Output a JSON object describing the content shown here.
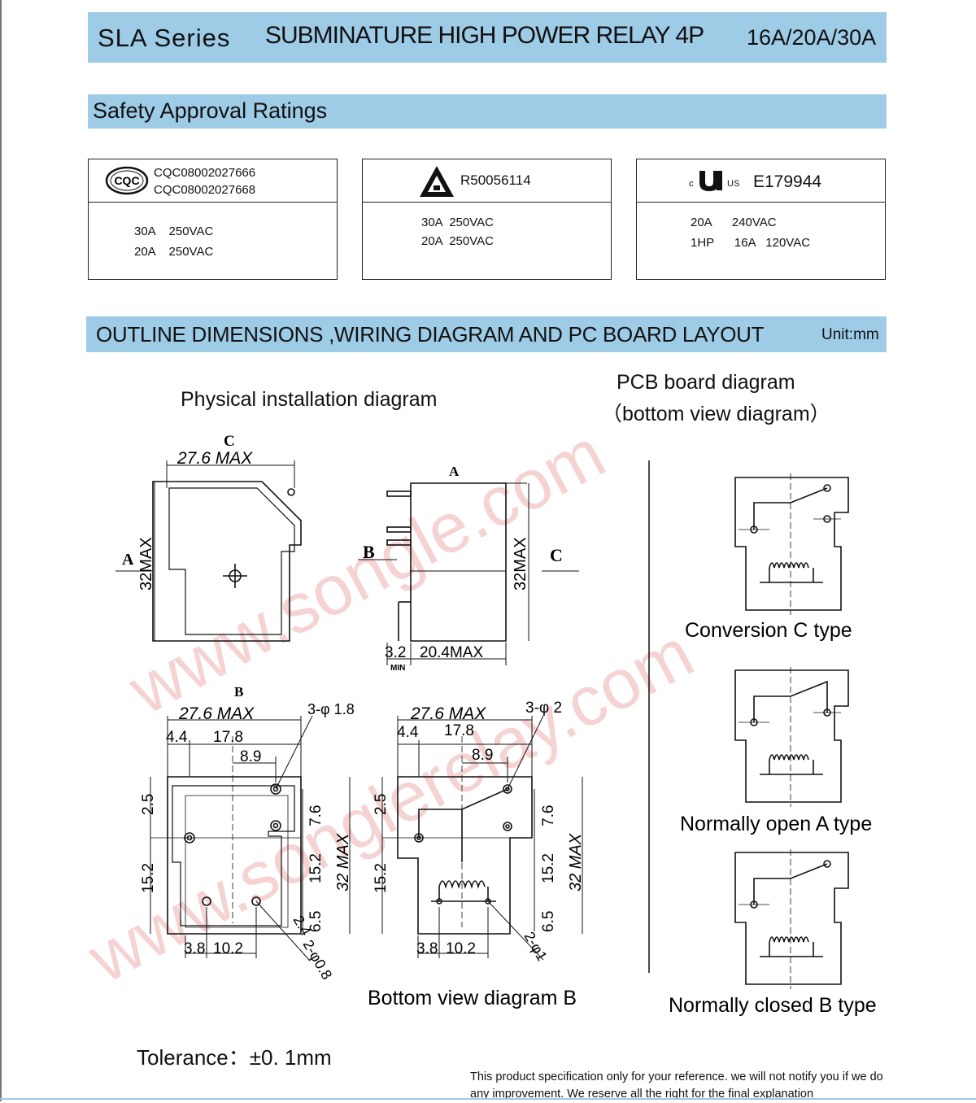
{
  "header": {
    "series": "SLA Series",
    "title": "SUBMINATURE HIGH POWER RELAY 4P",
    "ratings": "16A/20A/30A"
  },
  "safety": {
    "heading": "Safety Approval Ratings",
    "cqc": {
      "logo_text": "CQC",
      "number_1": "CQC08002027666",
      "number_2": "CQC08002027668",
      "row_1": "30A    250VAC",
      "row_2": "20A    250VAC"
    },
    "tuv": {
      "number": "R50056114",
      "row_1": "30A  250VAC",
      "row_2": "20A  250VAC"
    },
    "ul": {
      "c_text": "c",
      "us_text": "US",
      "number": "E179944",
      "row_1": "20A      240VAC",
      "row_2": "1HP      16A   120VAC"
    }
  },
  "outline": {
    "heading": "OUTLINE DIMENSIONS ,WIRING DIAGRAM AND PC BOARD LAYOUT",
    "unit": "Unit:mm"
  },
  "physical": {
    "title": "Physical installation diagram",
    "view_c": "C",
    "view_a": "A",
    "view_b": "B",
    "dim_width": "27.6  MAX",
    "dim_height": "32MAX",
    "dim_depth": "20.4MAX",
    "dim_pin": "3.2",
    "dim_min": "MIN",
    "dim_4_4": "4.4",
    "dim_17_8": "17.8",
    "dim_8_9": "8.9",
    "dim_2_5": "2.5",
    "dim_15_2": "15.2",
    "dim_7_6": "7.6",
    "dim_6_5": "6.5",
    "dim_2_4": "2.4",
    "dim_3_8": "3.8",
    "dim_10_2": "10.2",
    "dim_32max": "32 MAX",
    "hole_a": "3-φ 1.8",
    "hole_b": "3-φ 2",
    "hole_c": "2-φ0.8",
    "hole_d": "2-φ1",
    "bottom_title": "Bottom view diagram B"
  },
  "pcb": {
    "title_1": "PCB board diagram",
    "title_2": "（bottom view diagram）",
    "type_c": "Conversion C type",
    "type_a": "Normally open A type",
    "type_b": "Normally closed B type"
  },
  "watermark": {
    "text_1": "www.songle.com",
    "text_2": "www.songlerelay.com"
  },
  "tolerance": "Tolerance：±0. 1mm",
  "disclaimer": "This product specification only for your reference.   we will not notify you if we do any improvement. We reserve all the right for the final explanation"
}
